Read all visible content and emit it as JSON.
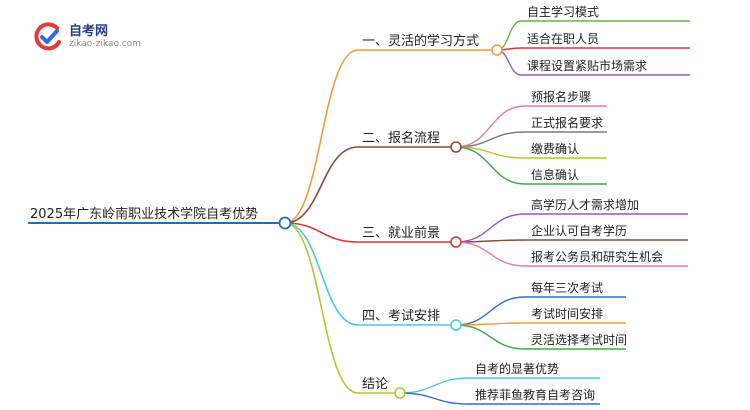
{
  "logo": {
    "title": "自考网",
    "subtitle": "zikao-zikao.com",
    "colors": {
      "red": "#e23a3a",
      "blue": "#2f6bd8",
      "text": "#2b3f88"
    }
  },
  "mindmap": {
    "root": {
      "label": "2025年广东岭南职业技术学院自考优势",
      "color": "#1f6fa8"
    },
    "branches": [
      {
        "label": "一、灵活的学习方式",
        "color": "#f39a3a",
        "children": [
          {
            "label": "自主学习模式",
            "color": "#6ab04c"
          },
          {
            "label": "适合在职人员",
            "color": "#d63b3b"
          },
          {
            "label": "课程设置紧贴市场需求",
            "color": "#8b5cc7"
          }
        ]
      },
      {
        "label": "二、报名流程",
        "color": "#8b4a3a",
        "children": [
          {
            "label": "预报名步骤",
            "color": "#ee77aa"
          },
          {
            "label": "正式报名要求",
            "color": "#7a7a7a"
          },
          {
            "label": "缴费确认",
            "color": "#b7c431"
          },
          {
            "label": "信息确认",
            "color": "#3aaa4a"
          }
        ]
      },
      {
        "label": "三、就业前景",
        "color": "#d83a3a",
        "children": [
          {
            "label": "高学历人才需求增加",
            "color": "#8b5cc7"
          },
          {
            "label": "企业认可自考学历",
            "color": "#8b4a3a"
          },
          {
            "label": "报考公务员和研究生机会",
            "color": "#ee77aa"
          }
        ]
      },
      {
        "label": "四、考试安排",
        "color": "#4ec8d8",
        "children": [
          {
            "label": "每年三次考试",
            "color": "#2f6bd8"
          },
          {
            "label": "考试时间安排",
            "color": "#f39a3a"
          },
          {
            "label": "灵活选择考试时间",
            "color": "#3aaa4a"
          }
        ]
      },
      {
        "label": "结论",
        "color": "#b7c431",
        "children": [
          {
            "label": "自考的显著优势",
            "color": "#4ec8d8"
          },
          {
            "label": "推荐菲鱼教育自考咨询",
            "color": "#2f6bd8"
          }
        ]
      }
    ]
  }
}
